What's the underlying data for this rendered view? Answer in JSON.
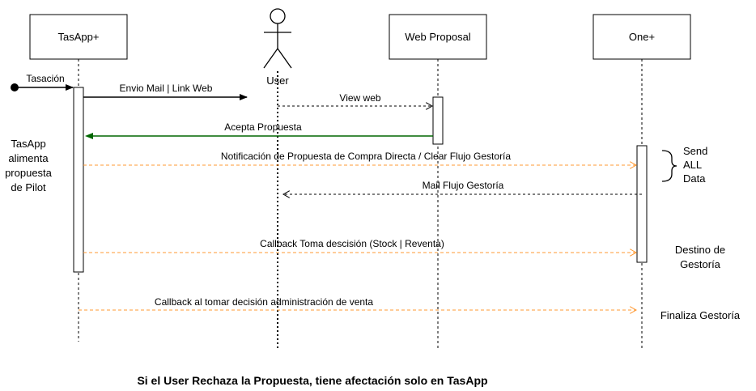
{
  "participants": {
    "tasapp": "TasApp+",
    "user": "User",
    "web_proposal": "Web Proposal",
    "one": "One+"
  },
  "messages": {
    "tasacion": "Tasación",
    "envio_mail": "Envio Mail | Link Web",
    "view_web": "View web",
    "acepta_propuesta": "Acepta Propuesta",
    "notificacion": "Notificación de Propuesta de Compra Directa / Clear Flujo Gestoría",
    "mail_flujo": "Mail Flujo Gestoría",
    "callback_toma": "Callback Toma descisión (Stock | Reventa)",
    "callback_tomar": "Callback al tomar decisión administración de venta"
  },
  "notes": {
    "tasapp_note": [
      "TasApp",
      "alimenta",
      "propuesta",
      "de Pilot"
    ],
    "send_all": [
      "Send",
      "ALL",
      "Data"
    ],
    "destino": [
      "Destino de",
      "Gestoría"
    ],
    "finaliza": "Finaliza Gestoría"
  },
  "footer": "Si el User Rechaza la Propuesta, tiene afectación solo en TasApp",
  "colors": {
    "line": "#000000",
    "accept_arrow": "#006600",
    "callback_arrow": "#FF9933"
  }
}
